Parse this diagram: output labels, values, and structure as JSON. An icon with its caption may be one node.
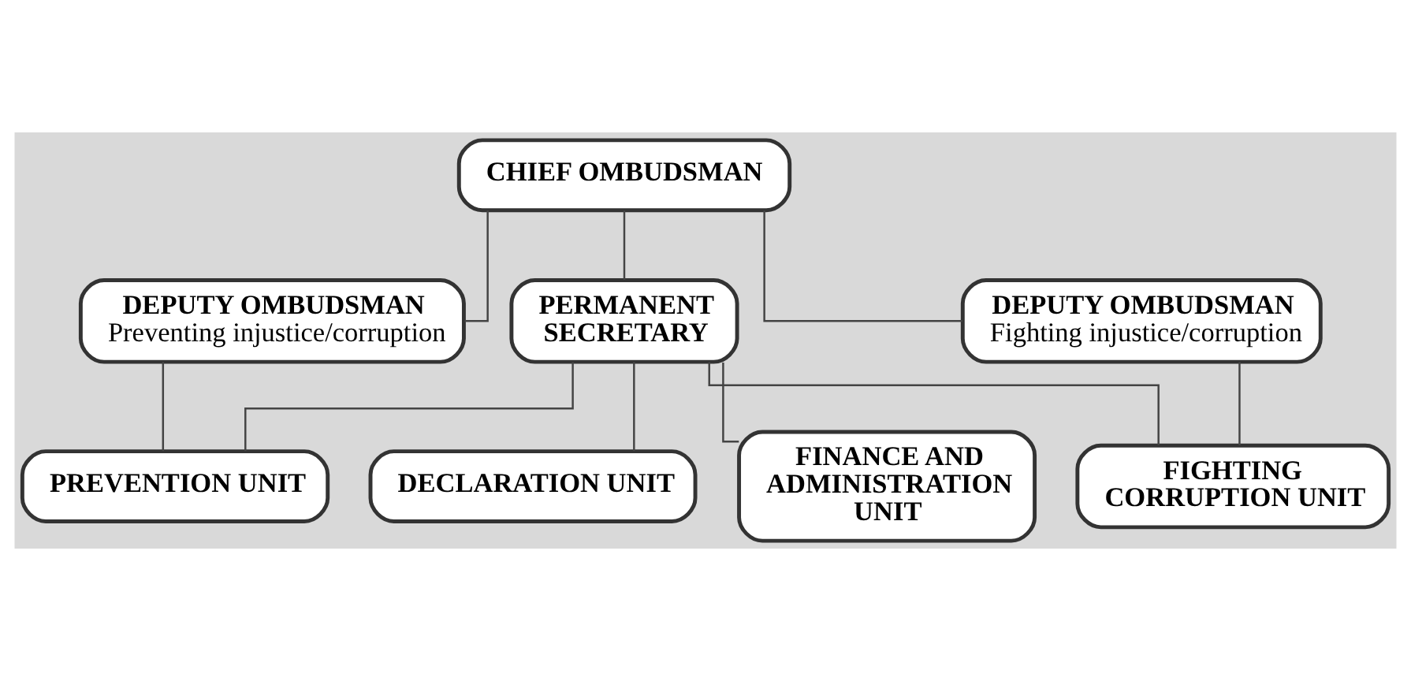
{
  "diagram": {
    "nodes": [
      {
        "text": [
          "CHIEF OMBUDSMAN"
        ]
      },
      {
        "text": [
          "DEPUTY OMBUDSMAN",
          "Preventing injustice/corruption"
        ]
      },
      {
        "text": [
          "DEPUTY OMBUDSMAN",
          "Fighting injustice/corruption"
        ]
      },
      {
        "text": [
          "PERMANENT SECRETARY"
        ]
      },
      {
        "text": [
          "PREVENTION UNIT"
        ]
      },
      {
        "text": [
          "DECLARATION UNIT"
        ]
      },
      {
        "text": [
          "FINANCE AND ADMINISTRATION UNIT"
        ]
      },
      {
        "text": [
          "FIGHTING CORRUPTION UNIT"
        ]
      }
    ],
    "edges": [
      {
        "from": 0,
        "to": 1,
        "arrow": "none"
      },
      {
        "from": 0,
        "to": 2,
        "arrow": "none"
      },
      {
        "from": 0,
        "to": 3,
        "arrow": "none"
      },
      {
        "from": 1,
        "to": 4,
        "arrow": "none"
      },
      {
        "from": 2,
        "to": 7,
        "arrow": "none"
      },
      {
        "from": 3,
        "to": 4,
        "arrow": "none"
      },
      {
        "from": 3,
        "to": 5,
        "arrow": "none"
      },
      {
        "from": 3,
        "to": 6,
        "arrow": "none"
      },
      {
        "from": 3,
        "to": 7,
        "arrow": "none"
      }
    ]
  }
}
